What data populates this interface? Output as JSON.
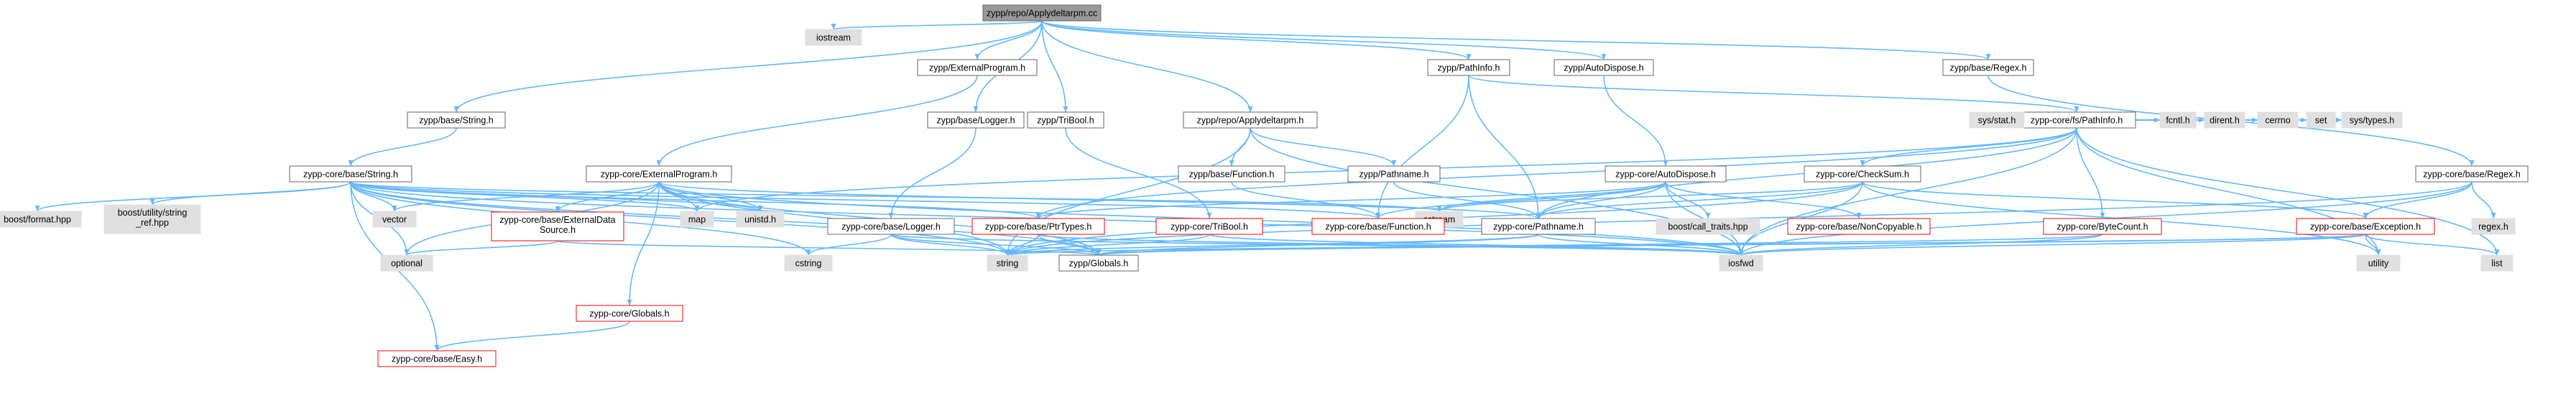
{
  "colors": {
    "edge": "#63b8ff",
    "root_fill": "#999999",
    "root_stroke": "#666666",
    "normal_fill": "#ffffff",
    "normal_stroke": "#666666",
    "system_fill": "#e0e0e0",
    "system_stroke": "#e0e0e0",
    "incomplete_fill": "#ffffff",
    "incomplete_stroke": "#ff0000"
  },
  "nodes": [
    {
      "id": "root",
      "label": "zypp/repo/Applydeltarpm.cc",
      "kind": "root"
    },
    {
      "id": "iostream",
      "label": "iostream",
      "kind": "system"
    },
    {
      "id": "ExternalProgram_h",
      "label": "zypp/ExternalProgram.h",
      "kind": "normal"
    },
    {
      "id": "base_String_h",
      "label": "zypp/base/String.h",
      "kind": "normal"
    },
    {
      "id": "base_Logger_h",
      "label": "zypp/base/Logger.h",
      "kind": "normal"
    },
    {
      "id": "TriBool_h",
      "label": "zypp/TriBool.h",
      "kind": "normal"
    },
    {
      "id": "repo_Applydeltarpm_h",
      "label": "zypp/repo/Applydeltarpm.h",
      "kind": "normal"
    },
    {
      "id": "PathInfo_h",
      "label": "zypp/PathInfo.h",
      "kind": "normal"
    },
    {
      "id": "AutoDispose_h",
      "label": "zypp/AutoDispose.h",
      "kind": "normal"
    },
    {
      "id": "base_Regex_h",
      "label": "zypp/base/Regex.h",
      "kind": "normal"
    },
    {
      "id": "core_base_String_h",
      "label": "zypp-core/base/String.h",
      "kind": "normal"
    },
    {
      "id": "core_ExternalProgram_h",
      "label": "zypp-core/ExternalProgram.h",
      "kind": "normal"
    },
    {
      "id": "base_Function_h",
      "label": "zypp/base/Function.h",
      "kind": "normal"
    },
    {
      "id": "Pathname_h",
      "label": "zypp/Pathname.h",
      "kind": "normal"
    },
    {
      "id": "core_fs_PathInfo_h",
      "label": "zypp-core/fs/PathInfo.h",
      "kind": "normal"
    },
    {
      "id": "core_AutoDispose_h",
      "label": "zypp-core/AutoDispose.h",
      "kind": "normal"
    },
    {
      "id": "core_CheckSum_h",
      "label": "zypp-core/CheckSum.h",
      "kind": "normal"
    },
    {
      "id": "core_base_Regex_h",
      "label": "zypp-core/base/Regex.h",
      "kind": "normal"
    },
    {
      "id": "boost_format",
      "label": "boost/format.hpp",
      "kind": "system"
    },
    {
      "id": "boost_string_ref",
      "label": "boost/utility/string\n_ref.hpp",
      "kind": "system"
    },
    {
      "id": "vector",
      "label": "vector",
      "kind": "system"
    },
    {
      "id": "map",
      "label": "map",
      "kind": "system"
    },
    {
      "id": "unistd",
      "label": "unistd.h",
      "kind": "system"
    },
    {
      "id": "sstream",
      "label": "sstream",
      "kind": "system"
    },
    {
      "id": "core_base_ExternalDataSource_h",
      "label": "zypp-core/base/ExternalData\nSource.h",
      "kind": "incomplete"
    },
    {
      "id": "core_base_Logger_h",
      "label": "zypp-core/base/Logger.h",
      "kind": "normal"
    },
    {
      "id": "core_base_PtrTypes_h",
      "label": "zypp-core/base/PtrTypes.h",
      "kind": "incomplete"
    },
    {
      "id": "core_TriBool_h",
      "label": "zypp-core/TriBool.h",
      "kind": "incomplete"
    },
    {
      "id": "core_base_Function_h",
      "label": "zypp-core/base/Function.h",
      "kind": "incomplete"
    },
    {
      "id": "core_Pathname_h",
      "label": "zypp-core/Pathname.h",
      "kind": "normal"
    },
    {
      "id": "boost_call_traits",
      "label": "boost/call_traits.hpp",
      "kind": "system"
    },
    {
      "id": "core_base_NonCopyable_h",
      "label": "zypp-core/base/NonCopyable.h",
      "kind": "incomplete"
    },
    {
      "id": "sys_stat",
      "label": "sys/stat.h",
      "kind": "system"
    },
    {
      "id": "fcntl",
      "label": "fcntl.h",
      "kind": "system"
    },
    {
      "id": "dirent",
      "label": "dirent.h",
      "kind": "system"
    },
    {
      "id": "cerrno",
      "label": "cerrno",
      "kind": "system"
    },
    {
      "id": "set",
      "label": "set",
      "kind": "system"
    },
    {
      "id": "sys_types",
      "label": "sys/types.h",
      "kind": "system"
    },
    {
      "id": "regex_h",
      "label": "regex.h",
      "kind": "system"
    },
    {
      "id": "core_ByteCount_h",
      "label": "zypp-core/ByteCount.h",
      "kind": "incomplete"
    },
    {
      "id": "core_base_Exception_h",
      "label": "zypp-core/base/Exception.h",
      "kind": "incomplete"
    },
    {
      "id": "optional",
      "label": "optional",
      "kind": "system"
    },
    {
      "id": "cstring",
      "label": "cstring",
      "kind": "system"
    },
    {
      "id": "string",
      "label": "string",
      "kind": "system"
    },
    {
      "id": "Globals_h",
      "label": "zypp/Globals.h",
      "kind": "normal"
    },
    {
      "id": "iosfwd",
      "label": "iosfwd",
      "kind": "system"
    },
    {
      "id": "utility",
      "label": "utility",
      "kind": "system"
    },
    {
      "id": "list",
      "label": "list",
      "kind": "system"
    },
    {
      "id": "core_Globals_h",
      "label": "zypp-core/Globals.h",
      "kind": "incomplete"
    },
    {
      "id": "core_base_Easy_h",
      "label": "zypp-core/base/Easy.h",
      "kind": "incomplete"
    }
  ],
  "edges": [
    [
      "root",
      "iostream"
    ],
    [
      "root",
      "ExternalProgram_h"
    ],
    [
      "root",
      "base_String_h"
    ],
    [
      "root",
      "base_Logger_h"
    ],
    [
      "root",
      "TriBool_h"
    ],
    [
      "root",
      "repo_Applydeltarpm_h"
    ],
    [
      "root",
      "PathInfo_h"
    ],
    [
      "root",
      "AutoDispose_h"
    ],
    [
      "root",
      "base_Regex_h"
    ],
    [
      "ExternalProgram_h",
      "core_ExternalProgram_h"
    ],
    [
      "base_String_h",
      "core_base_String_h"
    ],
    [
      "base_Logger_h",
      "core_base_Logger_h"
    ],
    [
      "TriBool_h",
      "core_TriBool_h"
    ],
    [
      "repo_Applydeltarpm_h",
      "base_Function_h"
    ],
    [
      "repo_Applydeltarpm_h",
      "Pathname_h"
    ],
    [
      "repo_Applydeltarpm_h",
      "string"
    ],
    [
      "repo_Applydeltarpm_h",
      "iosfwd"
    ],
    [
      "PathInfo_h",
      "core_fs_PathInfo_h"
    ],
    [
      "PathInfo_h",
      "core_Pathname_h"
    ],
    [
      "PathInfo_h",
      "core_base_Function_h"
    ],
    [
      "AutoDispose_h",
      "core_AutoDispose_h"
    ],
    [
      "base_Regex_h",
      "core_base_Regex_h"
    ],
    [
      "core_base_String_h",
      "boost_format"
    ],
    [
      "core_base_String_h",
      "boost_string_ref"
    ],
    [
      "core_base_String_h",
      "vector"
    ],
    [
      "core_base_String_h",
      "map"
    ],
    [
      "core_base_String_h",
      "unistd"
    ],
    [
      "core_base_String_h",
      "sstream"
    ],
    [
      "core_base_String_h",
      "core_base_PtrTypes_h"
    ],
    [
      "core_base_String_h",
      "core_base_Function_h"
    ],
    [
      "core_base_String_h",
      "optional"
    ],
    [
      "core_base_String_h",
      "cstring"
    ],
    [
      "core_base_String_h",
      "string"
    ],
    [
      "core_base_String_h",
      "Globals_h"
    ],
    [
      "core_base_String_h",
      "iosfwd"
    ],
    [
      "core_base_String_h",
      "core_base_Easy_h"
    ],
    [
      "core_ExternalProgram_h",
      "vector"
    ],
    [
      "core_ExternalProgram_h",
      "map"
    ],
    [
      "core_ExternalProgram_h",
      "unistd"
    ],
    [
      "core_ExternalProgram_h",
      "core_base_ExternalDataSource_h"
    ],
    [
      "core_ExternalProgram_h",
      "core_Pathname_h"
    ],
    [
      "core_ExternalProgram_h",
      "core_Globals_h"
    ],
    [
      "core_ExternalProgram_h",
      "optional"
    ],
    [
      "core_ExternalProgram_h",
      "string"
    ],
    [
      "core_ExternalProgram_h",
      "iosfwd"
    ],
    [
      "core_ExternalProgram_h",
      "Globals_h"
    ],
    [
      "core_base_ExternalDataSource_h",
      "optional"
    ],
    [
      "core_base_ExternalDataSource_h",
      "Globals_h"
    ],
    [
      "core_base_Logger_h",
      "cstring"
    ],
    [
      "core_base_Logger_h",
      "string"
    ],
    [
      "core_base_Logger_h",
      "iosfwd"
    ],
    [
      "core_base_Logger_h",
      "Globals_h"
    ],
    [
      "core_base_PtrTypes_h",
      "string"
    ],
    [
      "core_base_PtrTypes_h",
      "iosfwd"
    ],
    [
      "core_base_PtrTypes_h",
      "Globals_h"
    ],
    [
      "core_TriBool_h",
      "string"
    ],
    [
      "core_TriBool_h",
      "iosfwd"
    ],
    [
      "base_Function_h",
      "core_base_Function_h"
    ],
    [
      "Pathname_h",
      "core_Pathname_h"
    ],
    [
      "core_Pathname_h",
      "string"
    ],
    [
      "core_Pathname_h",
      "iosfwd"
    ],
    [
      "core_Pathname_h",
      "Globals_h"
    ],
    [
      "core_fs_PathInfo_h",
      "sys_stat"
    ],
    [
      "core_fs_PathInfo_h",
      "fcntl"
    ],
    [
      "core_fs_PathInfo_h",
      "dirent"
    ],
    [
      "core_fs_PathInfo_h",
      "cerrno"
    ],
    [
      "core_fs_PathInfo_h",
      "set"
    ],
    [
      "core_fs_PathInfo_h",
      "sys_types"
    ],
    [
      "core_fs_PathInfo_h",
      "core_CheckSum_h"
    ],
    [
      "core_fs_PathInfo_h",
      "core_ByteCount_h"
    ],
    [
      "core_fs_PathInfo_h",
      "core_Pathname_h"
    ],
    [
      "core_fs_PathInfo_h",
      "core_base_PtrTypes_h"
    ],
    [
      "core_fs_PathInfo_h",
      "utility"
    ],
    [
      "core_fs_PathInfo_h",
      "iosfwd"
    ],
    [
      "core_fs_PathInfo_h",
      "map"
    ],
    [
      "core_fs_PathInfo_h",
      "list"
    ],
    [
      "core_AutoDispose_h",
      "sstream"
    ],
    [
      "core_AutoDispose_h",
      "boost_call_traits"
    ],
    [
      "core_AutoDispose_h",
      "core_base_NonCopyable_h"
    ],
    [
      "core_AutoDispose_h",
      "core_base_PtrTypes_h"
    ],
    [
      "core_AutoDispose_h",
      "core_base_Function_h"
    ],
    [
      "core_AutoDispose_h",
      "core_Pathname_h"
    ],
    [
      "core_AutoDispose_h",
      "iosfwd"
    ],
    [
      "core_CheckSum_h",
      "sstream"
    ],
    [
      "core_CheckSum_h",
      "string"
    ],
    [
      "core_CheckSum_h",
      "core_base_Exception_h"
    ],
    [
      "core_CheckSum_h",
      "core_Pathname_h"
    ],
    [
      "core_CheckSum_h",
      "iosfwd"
    ],
    [
      "core_CheckSum_h",
      "utility"
    ],
    [
      "core_base_Regex_h",
      "regex_h"
    ],
    [
      "core_base_Regex_h",
      "core_base_Exception_h"
    ],
    [
      "core_base_Regex_h",
      "string"
    ],
    [
      "core_base_Regex_h",
      "iosfwd"
    ],
    [
      "core_ByteCount_h",
      "iosfwd"
    ],
    [
      "core_ByteCount_h",
      "Globals_h"
    ],
    [
      "core_base_Exception_h",
      "list"
    ],
    [
      "core_base_Exception_h",
      "utility"
    ],
    [
      "core_base_Exception_h",
      "string"
    ],
    [
      "core_base_Exception_h",
      "iosfwd"
    ],
    [
      "core_base_Exception_h",
      "Globals_h"
    ],
    [
      "core_Globals_h",
      "core_base_Easy_h"
    ]
  ]
}
